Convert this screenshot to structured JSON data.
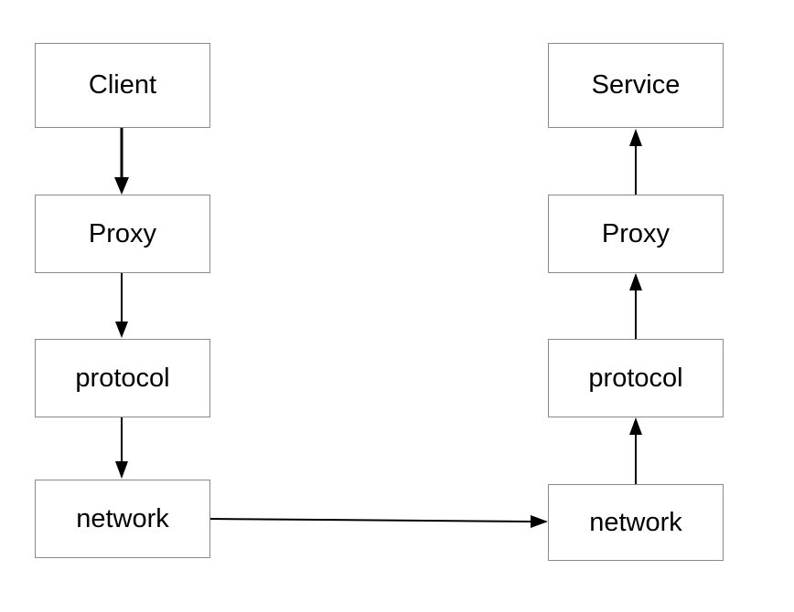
{
  "diagram": {
    "client_stack": {
      "client": "Client",
      "proxy": "Proxy",
      "protocol": "protocol",
      "network": "network"
    },
    "service_stack": {
      "service": "Service",
      "proxy": "Proxy",
      "protocol": "protocol",
      "network": "network"
    },
    "colors": {
      "box_border": "#8a8a8a",
      "arrow": "#000000",
      "text": "#000000"
    }
  }
}
